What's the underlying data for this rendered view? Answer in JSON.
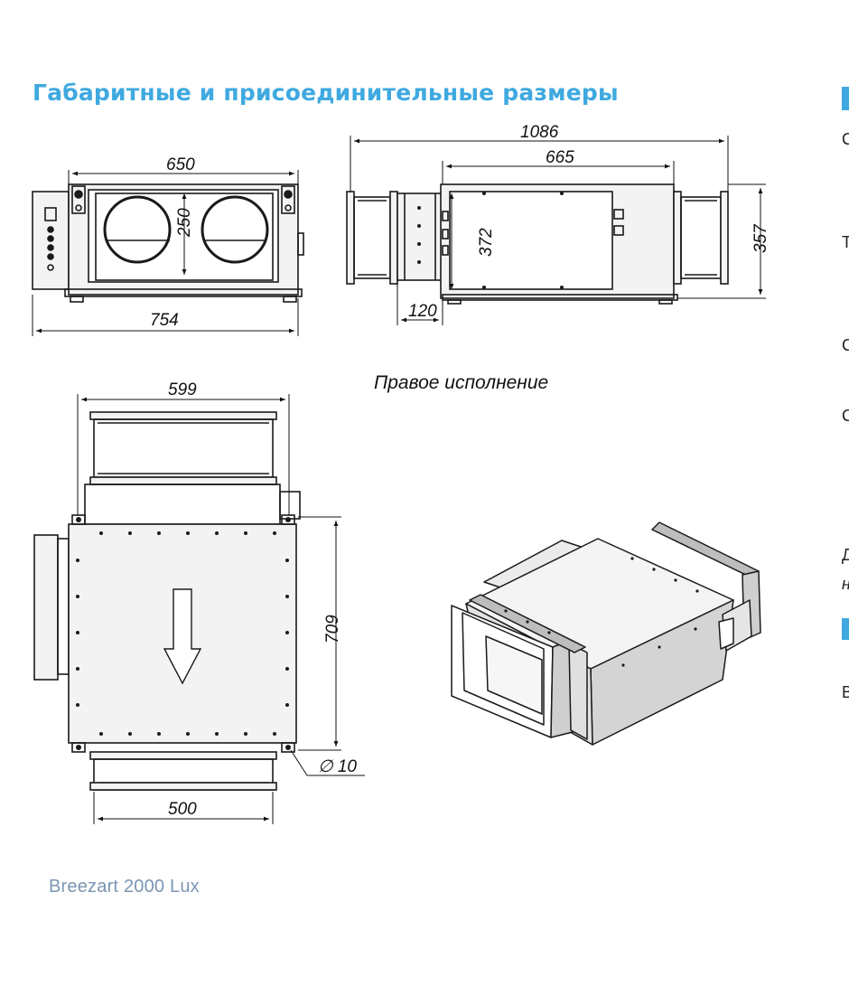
{
  "page": {
    "title": "Габаритные и присоединительные размеры",
    "model_label": "Breezart 2000 Lux",
    "colors": {
      "heading": "#3fa9e0",
      "footer": "#7a96b2",
      "line": "#1a1a1a",
      "fill": "#f2f2f2"
    }
  },
  "front_view": {
    "dim_width_top": "650",
    "dim_height": "250",
    "dim_width_bottom": "754"
  },
  "side_view": {
    "dim_total_length": "1086",
    "dim_body_length": "665",
    "dim_inner_height": "372",
    "dim_outer_height": "357",
    "dim_flange": "120",
    "caption": "Правое исполнение"
  },
  "top_view": {
    "dim_width_top": "599",
    "dim_length": "709",
    "dim_width_bottom": "500",
    "dim_hole": "∅ 10"
  },
  "right_column_cut": [
    "С",
    "Т",
    "С",
    "С",
    "Д",
    "н",
    "В"
  ]
}
